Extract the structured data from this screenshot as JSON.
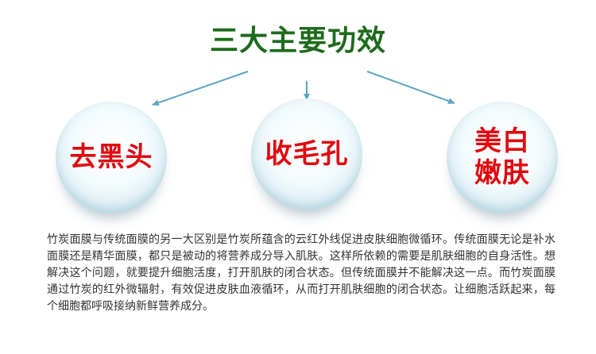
{
  "title": "三大主要功效",
  "effects": [
    {
      "lines": [
        "去黑头"
      ]
    },
    {
      "lines": [
        "收毛孔"
      ]
    },
    {
      "lines": [
        "美白",
        "嫩肤"
      ]
    }
  ],
  "description": "竹炭面膜与传统面膜的另一大区别是竹炭所蕴含的云红外线促进皮肤细胞微循环。传统面膜无论是补水面膜还是精华面膜，都只是被动的将营养成分导入肌肤。这样所依赖的需要是肌肤细胞的自身活性。想解决这个问题，就要提升细胞活度，打开肌肤的闭合状态。但传统面膜并不能解决这一点。而竹炭面膜通过竹炭的红外微辐射，有效促进皮肤血液循环，从而打开肌肤细胞的闭合状态。让细胞活跃起来，每个细胞都呼吸接纳新鲜营养成分。",
  "colors": {
    "title": "#1e6b1c",
    "effect_text": "#e0080f",
    "arrow": "#5fa6c3",
    "body_text": "#333333"
  }
}
